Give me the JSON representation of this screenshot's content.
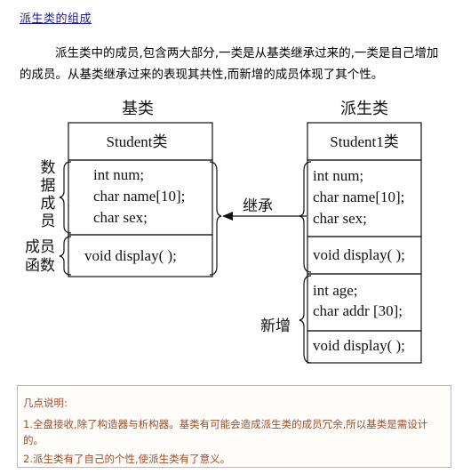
{
  "title": "派生类的组成",
  "paragraph": {
    "line1": "派生类中的成员,包含两大部分,一类是从基类继承过来的,一类是自己增加",
    "line2": "的成员。从基类继承过来的表现其共性,而新增的成员体现了其个性。"
  },
  "diagram": {
    "base_caption": "基类",
    "derived_caption": "派生类",
    "base_name": "Student类",
    "derived_name": "Student1类",
    "data_members_label": [
      "数",
      "据",
      "成",
      "员"
    ],
    "function_members_label": [
      "成员",
      "函数"
    ],
    "inherited_data": [
      "int num;",
      "char name[10];",
      "char sex;"
    ],
    "inherited_func": "void display( );",
    "inherit_arrow_label": "继承",
    "new_label": "新增",
    "new_data": [
      "int age;",
      "char addr [30];"
    ],
    "new_func": "void display( );"
  },
  "notes": {
    "heading": "几点说明:",
    "item1": "1.全盘接收,除了构造器与析构器。基类有可能会造成派生类的成员冗余,所以基类是需设计的。",
    "item2": "2.派生类有了自己的个性,使派生类有了意义。"
  }
}
